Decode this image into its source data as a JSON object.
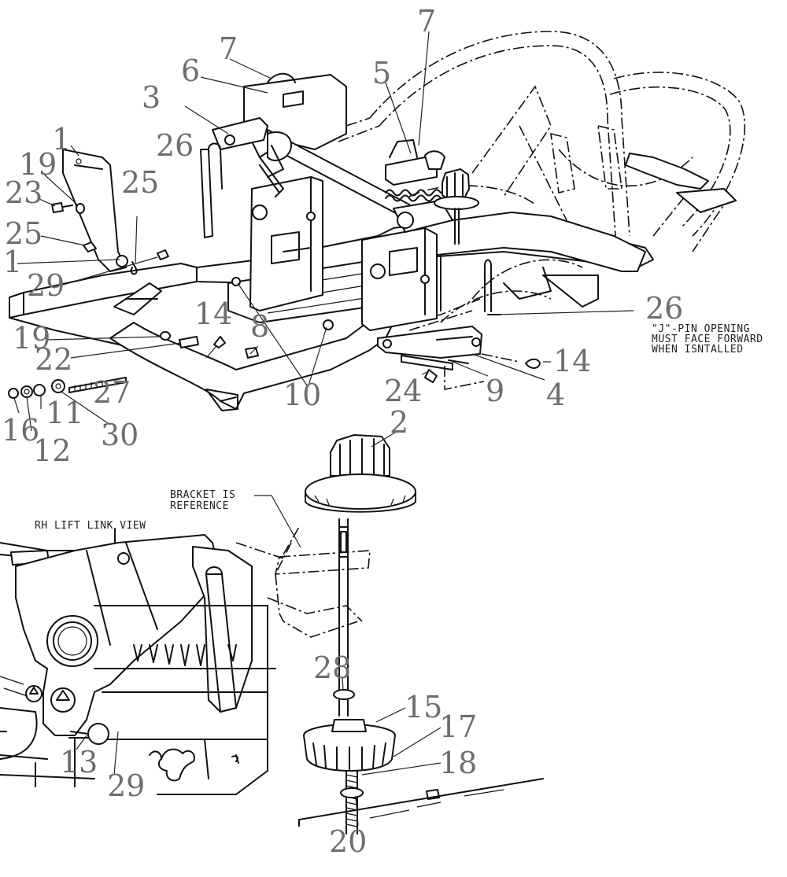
{
  "notes": {
    "j_pin": [
      "\"J\"-PIN OPENING",
      "MUST FACE FORWARD",
      "WHEN ISNTALLED"
    ],
    "bracket": [
      "BRACKET IS",
      "REFERENCE"
    ],
    "rh_view": "RH LIFT LINK VIEW"
  },
  "callouts": {
    "c1a": "1",
    "c1b": "1",
    "c2": "2",
    "c3": "3",
    "c4": "4",
    "c5": "5",
    "c6": "6",
    "c7a": "7",
    "c7b": "7",
    "c8": "8",
    "c9": "9",
    "c10": "10",
    "c11": "11",
    "c12": "12",
    "c13": "13",
    "c14a": "14",
    "c14b": "14",
    "c15": "15",
    "c16": "16",
    "c17": "17",
    "c18": "18",
    "c19a": "19",
    "c19b": "19",
    "c20": "20",
    "c22": "22",
    "c23": "23",
    "c24": "24",
    "c25a": "25",
    "c25b": "25",
    "c26a": "26",
    "c26b": "26",
    "c27": "27",
    "c28": "28",
    "c29a": "29",
    "c29b": "29",
    "c30": "30"
  }
}
